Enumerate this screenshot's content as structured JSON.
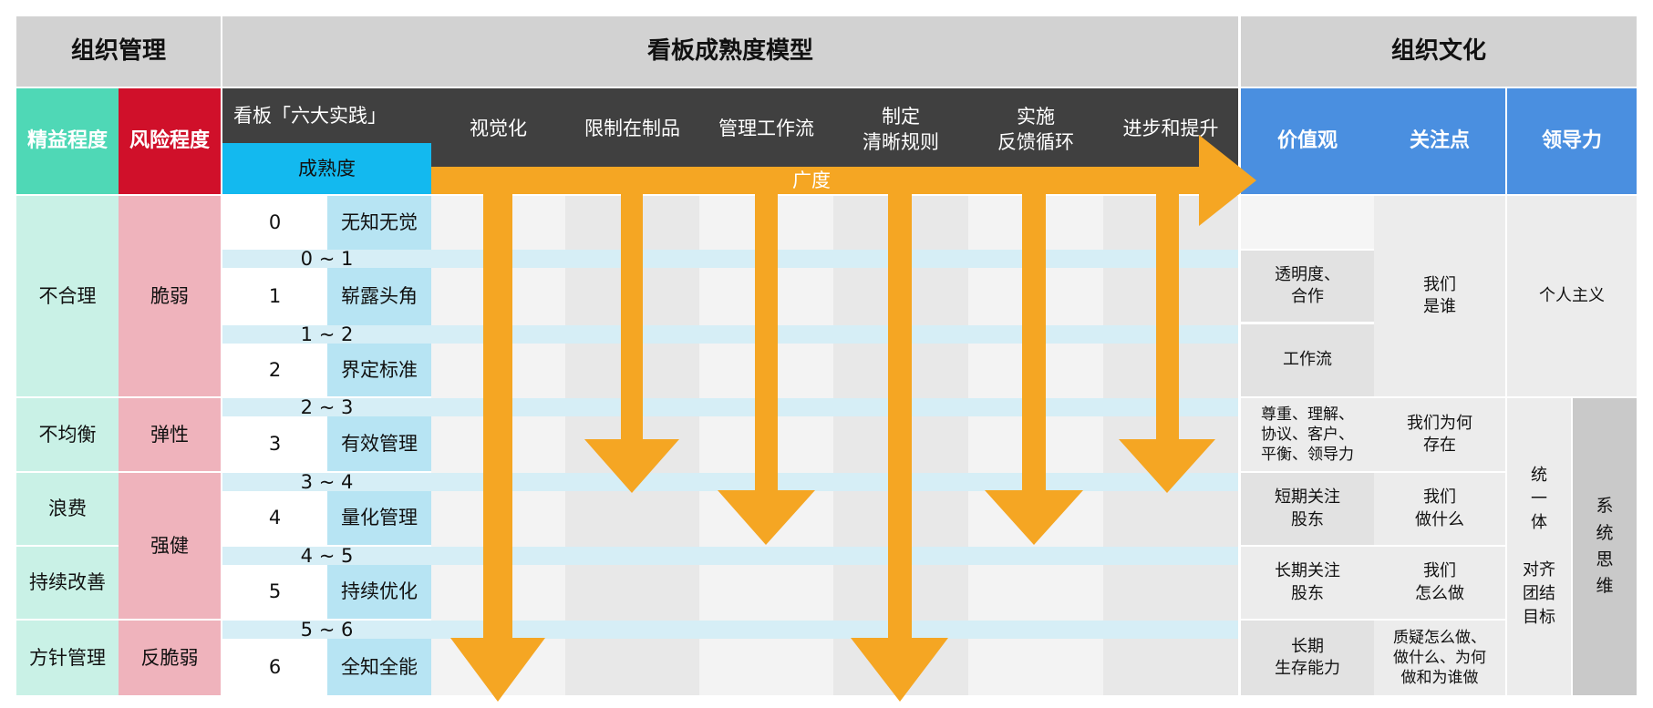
{
  "headers": {
    "org_management": "组织管理",
    "kanban_model": "看板成熟度模型",
    "org_culture": "组织文化"
  },
  "left": {
    "lean_degree": "精益程度",
    "risk_degree": "风险程度",
    "six_practices": "看板「六大实践」",
    "maturity": "成熟度"
  },
  "practices": [
    "视觉化",
    "限制在制品",
    "管理工作流",
    "制定\n清晰规则",
    "实施\n反馈循环",
    "进步和提升"
  ],
  "breadth_label": "广度",
  "culture_cols": [
    "价值观",
    "关注点",
    "领导力"
  ],
  "lean_rows": [
    "不合理",
    "不均衡",
    "浪费",
    "持续改善",
    "方针管理"
  ],
  "risk_rows": [
    "脆弱",
    "弹性",
    "强健",
    "反脆弱"
  ],
  "levels": [
    {
      "num": "0",
      "name": "无知无觉"
    },
    {
      "num": "1",
      "name": "崭露头角"
    },
    {
      "num": "2",
      "name": "界定标准"
    },
    {
      "num": "3",
      "name": "有效管理"
    },
    {
      "num": "4",
      "name": "量化管理"
    },
    {
      "num": "5",
      "name": "持续优化"
    },
    {
      "num": "6",
      "name": "全知全能"
    }
  ],
  "transitions": [
    "0 ~ 1",
    "1 ~ 2",
    "2 ~ 3",
    "3 ~ 4",
    "4 ~ 5",
    "5 ~ 6"
  ],
  "values": [
    "透明度、\n合作",
    "工作流",
    "尊重、理解、\n协议、客户、\n平衡、领导力",
    "短期关注\n股东",
    "长期关注\n股东",
    "长期\n生存能力"
  ],
  "focus": [
    "我们\n是谁",
    "我们为何\n存在",
    "我们\n做什么",
    "我们\n怎么做",
    "质疑怎么做、\n做什么、为何\n做和为谁做"
  ],
  "leadership": {
    "individualism": "个人主义",
    "unity": "统\n一\n体\n\n对齐\n团结\n目标",
    "systems_thinking": "系\n统\n思\n维"
  },
  "colors": {
    "arrow": "#f5a623",
    "teal": "#4fd8b6",
    "red": "#d0102a",
    "cyan": "#13b9ef",
    "blue": "#4a8fe0",
    "dark": "#404040"
  }
}
